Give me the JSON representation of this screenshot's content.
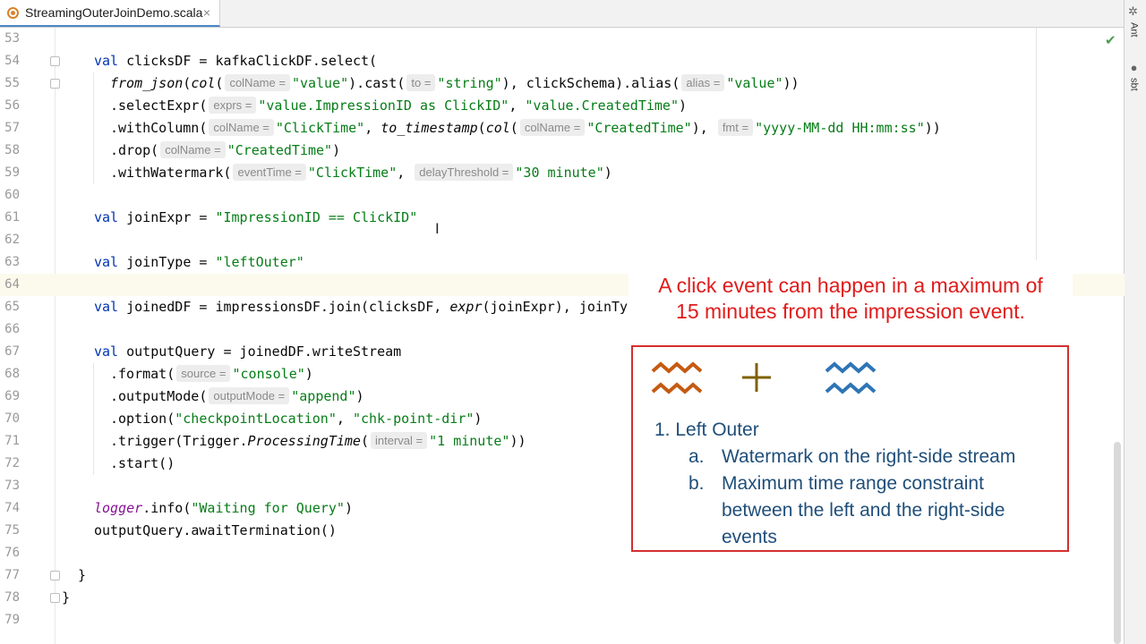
{
  "tab": {
    "filename": "StreamingOuterJoinDemo.scala",
    "close_glyph": "×"
  },
  "tools": [
    {
      "label": "Ant",
      "icon": "ant-icon"
    },
    {
      "label": "sbt",
      "icon": "sbt-icon"
    }
  ],
  "editor": {
    "lines": [
      {
        "n": "53",
        "segs": []
      },
      {
        "n": "54",
        "fold": true,
        "indent": 105,
        "segs": [
          {
            "t": "kw",
            "v": "val"
          },
          {
            "t": "p",
            "v": " clicksDF = kafkaClickDF.select("
          }
        ]
      },
      {
        "n": "55",
        "fold": true,
        "indent": 123,
        "segs": [
          {
            "t": "it",
            "v": "from_json"
          },
          {
            "t": "p",
            "v": "("
          },
          {
            "t": "it",
            "v": "col"
          },
          {
            "t": "p",
            "v": "("
          },
          {
            "t": "hint",
            "v": "colName ="
          },
          {
            "t": "str",
            "v": "\"value\""
          },
          {
            "t": "p",
            "v": ").cast("
          },
          {
            "t": "hint",
            "v": "to ="
          },
          {
            "t": "str",
            "v": "\"string\""
          },
          {
            "t": "p",
            "v": "), clickSchema).alias("
          },
          {
            "t": "hint",
            "v": "alias ="
          },
          {
            "t": "str",
            "v": "\"value\""
          },
          {
            "t": "p",
            "v": "))"
          }
        ]
      },
      {
        "n": "56",
        "indent": 123,
        "segs": [
          {
            "t": "p",
            "v": ".selectExpr("
          },
          {
            "t": "hint",
            "v": "exprs ="
          },
          {
            "t": "str",
            "v": "\"value.ImpressionID as ClickID\""
          },
          {
            "t": "p",
            "v": ", "
          },
          {
            "t": "str",
            "v": "\"value.CreatedTime\""
          },
          {
            "t": "p",
            "v": ")"
          }
        ]
      },
      {
        "n": "57",
        "indent": 123,
        "segs": [
          {
            "t": "p",
            "v": ".withColumn("
          },
          {
            "t": "hint",
            "v": "colName ="
          },
          {
            "t": "str",
            "v": "\"ClickTime\""
          },
          {
            "t": "p",
            "v": ", "
          },
          {
            "t": "it",
            "v": "to_timestamp"
          },
          {
            "t": "p",
            "v": "("
          },
          {
            "t": "it",
            "v": "col"
          },
          {
            "t": "p",
            "v": "("
          },
          {
            "t": "hint",
            "v": "colName ="
          },
          {
            "t": "str",
            "v": "\"CreatedTime\""
          },
          {
            "t": "p",
            "v": "), "
          },
          {
            "t": "hint",
            "v": "fmt ="
          },
          {
            "t": "str",
            "v": "\"yyyy-MM-dd HH:mm:ss\""
          },
          {
            "t": "p",
            "v": "))"
          }
        ]
      },
      {
        "n": "58",
        "indent": 123,
        "segs": [
          {
            "t": "p",
            "v": ".drop("
          },
          {
            "t": "hint",
            "v": "colName ="
          },
          {
            "t": "str",
            "v": "\"CreatedTime\""
          },
          {
            "t": "p",
            "v": ")"
          }
        ]
      },
      {
        "n": "59",
        "indent": 123,
        "segs": [
          {
            "t": "p",
            "v": ".withWatermark("
          },
          {
            "t": "hint",
            "v": "eventTime ="
          },
          {
            "t": "str",
            "v": "\"ClickTime\""
          },
          {
            "t": "p",
            "v": ", "
          },
          {
            "t": "hint",
            "v": "delayThreshold ="
          },
          {
            "t": "str",
            "v": "\"30 minute\""
          },
          {
            "t": "p",
            "v": ")"
          }
        ]
      },
      {
        "n": "60",
        "segs": []
      },
      {
        "n": "61",
        "indent": 105,
        "segs": [
          {
            "t": "kw",
            "v": "val"
          },
          {
            "t": "p",
            "v": " joinExpr = "
          },
          {
            "t": "str",
            "v": "\"ImpressionID == ClickID\""
          }
        ]
      },
      {
        "n": "62",
        "segs": []
      },
      {
        "n": "63",
        "indent": 105,
        "segs": [
          {
            "t": "kw",
            "v": "val"
          },
          {
            "t": "p",
            "v": " joinType = "
          },
          {
            "t": "str",
            "v": "\"leftOuter\""
          }
        ]
      },
      {
        "n": "64",
        "current": true,
        "segs": []
      },
      {
        "n": "65",
        "indent": 105,
        "segs": [
          {
            "t": "kw",
            "v": "val"
          },
          {
            "t": "p",
            "v": " joinedDF = impressionsDF.join(clicksDF, "
          },
          {
            "t": "it",
            "v": "expr"
          },
          {
            "t": "p",
            "v": "(joinExpr), joinTy"
          }
        ]
      },
      {
        "n": "66",
        "segs": []
      },
      {
        "n": "67",
        "indent": 105,
        "segs": [
          {
            "t": "kw",
            "v": "val"
          },
          {
            "t": "p",
            "v": " outputQuery = joinedDF.writeStream"
          }
        ]
      },
      {
        "n": "68",
        "indent": 123,
        "segs": [
          {
            "t": "p",
            "v": ".format("
          },
          {
            "t": "hint",
            "v": "source ="
          },
          {
            "t": "str",
            "v": "\"console\""
          },
          {
            "t": "p",
            "v": ")"
          }
        ]
      },
      {
        "n": "69",
        "indent": 123,
        "segs": [
          {
            "t": "p",
            "v": ".outputMode("
          },
          {
            "t": "hint",
            "v": "outputMode ="
          },
          {
            "t": "str",
            "v": "\"append\""
          },
          {
            "t": "p",
            "v": ")"
          }
        ]
      },
      {
        "n": "70",
        "indent": 123,
        "segs": [
          {
            "t": "p",
            "v": ".option("
          },
          {
            "t": "str",
            "v": "\"checkpointLocation\""
          },
          {
            "t": "p",
            "v": ", "
          },
          {
            "t": "str",
            "v": "\"chk-point-dir\""
          },
          {
            "t": "p",
            "v": ")"
          }
        ]
      },
      {
        "n": "71",
        "indent": 123,
        "segs": [
          {
            "t": "p",
            "v": ".trigger(Trigger."
          },
          {
            "t": "it",
            "v": "ProcessingTime"
          },
          {
            "t": "p",
            "v": "("
          },
          {
            "t": "hint",
            "v": "interval ="
          },
          {
            "t": "str",
            "v": "\"1 minute\""
          },
          {
            "t": "p",
            "v": "))"
          }
        ]
      },
      {
        "n": "72",
        "indent": 123,
        "segs": [
          {
            "t": "p",
            "v": ".start()"
          }
        ]
      },
      {
        "n": "73",
        "segs": []
      },
      {
        "n": "74",
        "indent": 105,
        "segs": [
          {
            "t": "logger",
            "v": "logger"
          },
          {
            "t": "p",
            "v": ".info("
          },
          {
            "t": "str",
            "v": "\"Waiting for Query\""
          },
          {
            "t": "p",
            "v": ")"
          }
        ]
      },
      {
        "n": "75",
        "indent": 105,
        "segs": [
          {
            "t": "p",
            "v": "outputQuery.awaitTermination()"
          }
        ]
      },
      {
        "n": "76",
        "segs": []
      },
      {
        "n": "77",
        "fold": true,
        "indent": 87,
        "segs": [
          {
            "t": "p",
            "v": "}"
          }
        ]
      },
      {
        "n": "78",
        "fold": true,
        "indent": 69,
        "segs": [
          {
            "t": "p",
            "v": "}"
          }
        ]
      },
      {
        "n": "79",
        "segs": []
      }
    ]
  },
  "callout": {
    "line1": "A click event can happen in a maximum of",
    "line2": "15 minutes from the impression event."
  },
  "slide": {
    "item1": "1.  Left Outer",
    "item_a_marker": "a.",
    "item_a": "Watermark on the right-side stream",
    "item_b_marker": "b.",
    "item_b_l1": "Maximum time range constraint",
    "item_b_l2": "between the left and the right-side",
    "item_b_l3": "events",
    "left_stream_color": "#c55a11",
    "plus_color": "#7f6000",
    "right_stream_color": "#2e75b6"
  },
  "colors": {
    "keyword": "#0033b3",
    "string": "#067d17",
    "hint_bg": "#ededed",
    "callout_text": "#e01b1b",
    "slide_border": "#d32f2f"
  }
}
